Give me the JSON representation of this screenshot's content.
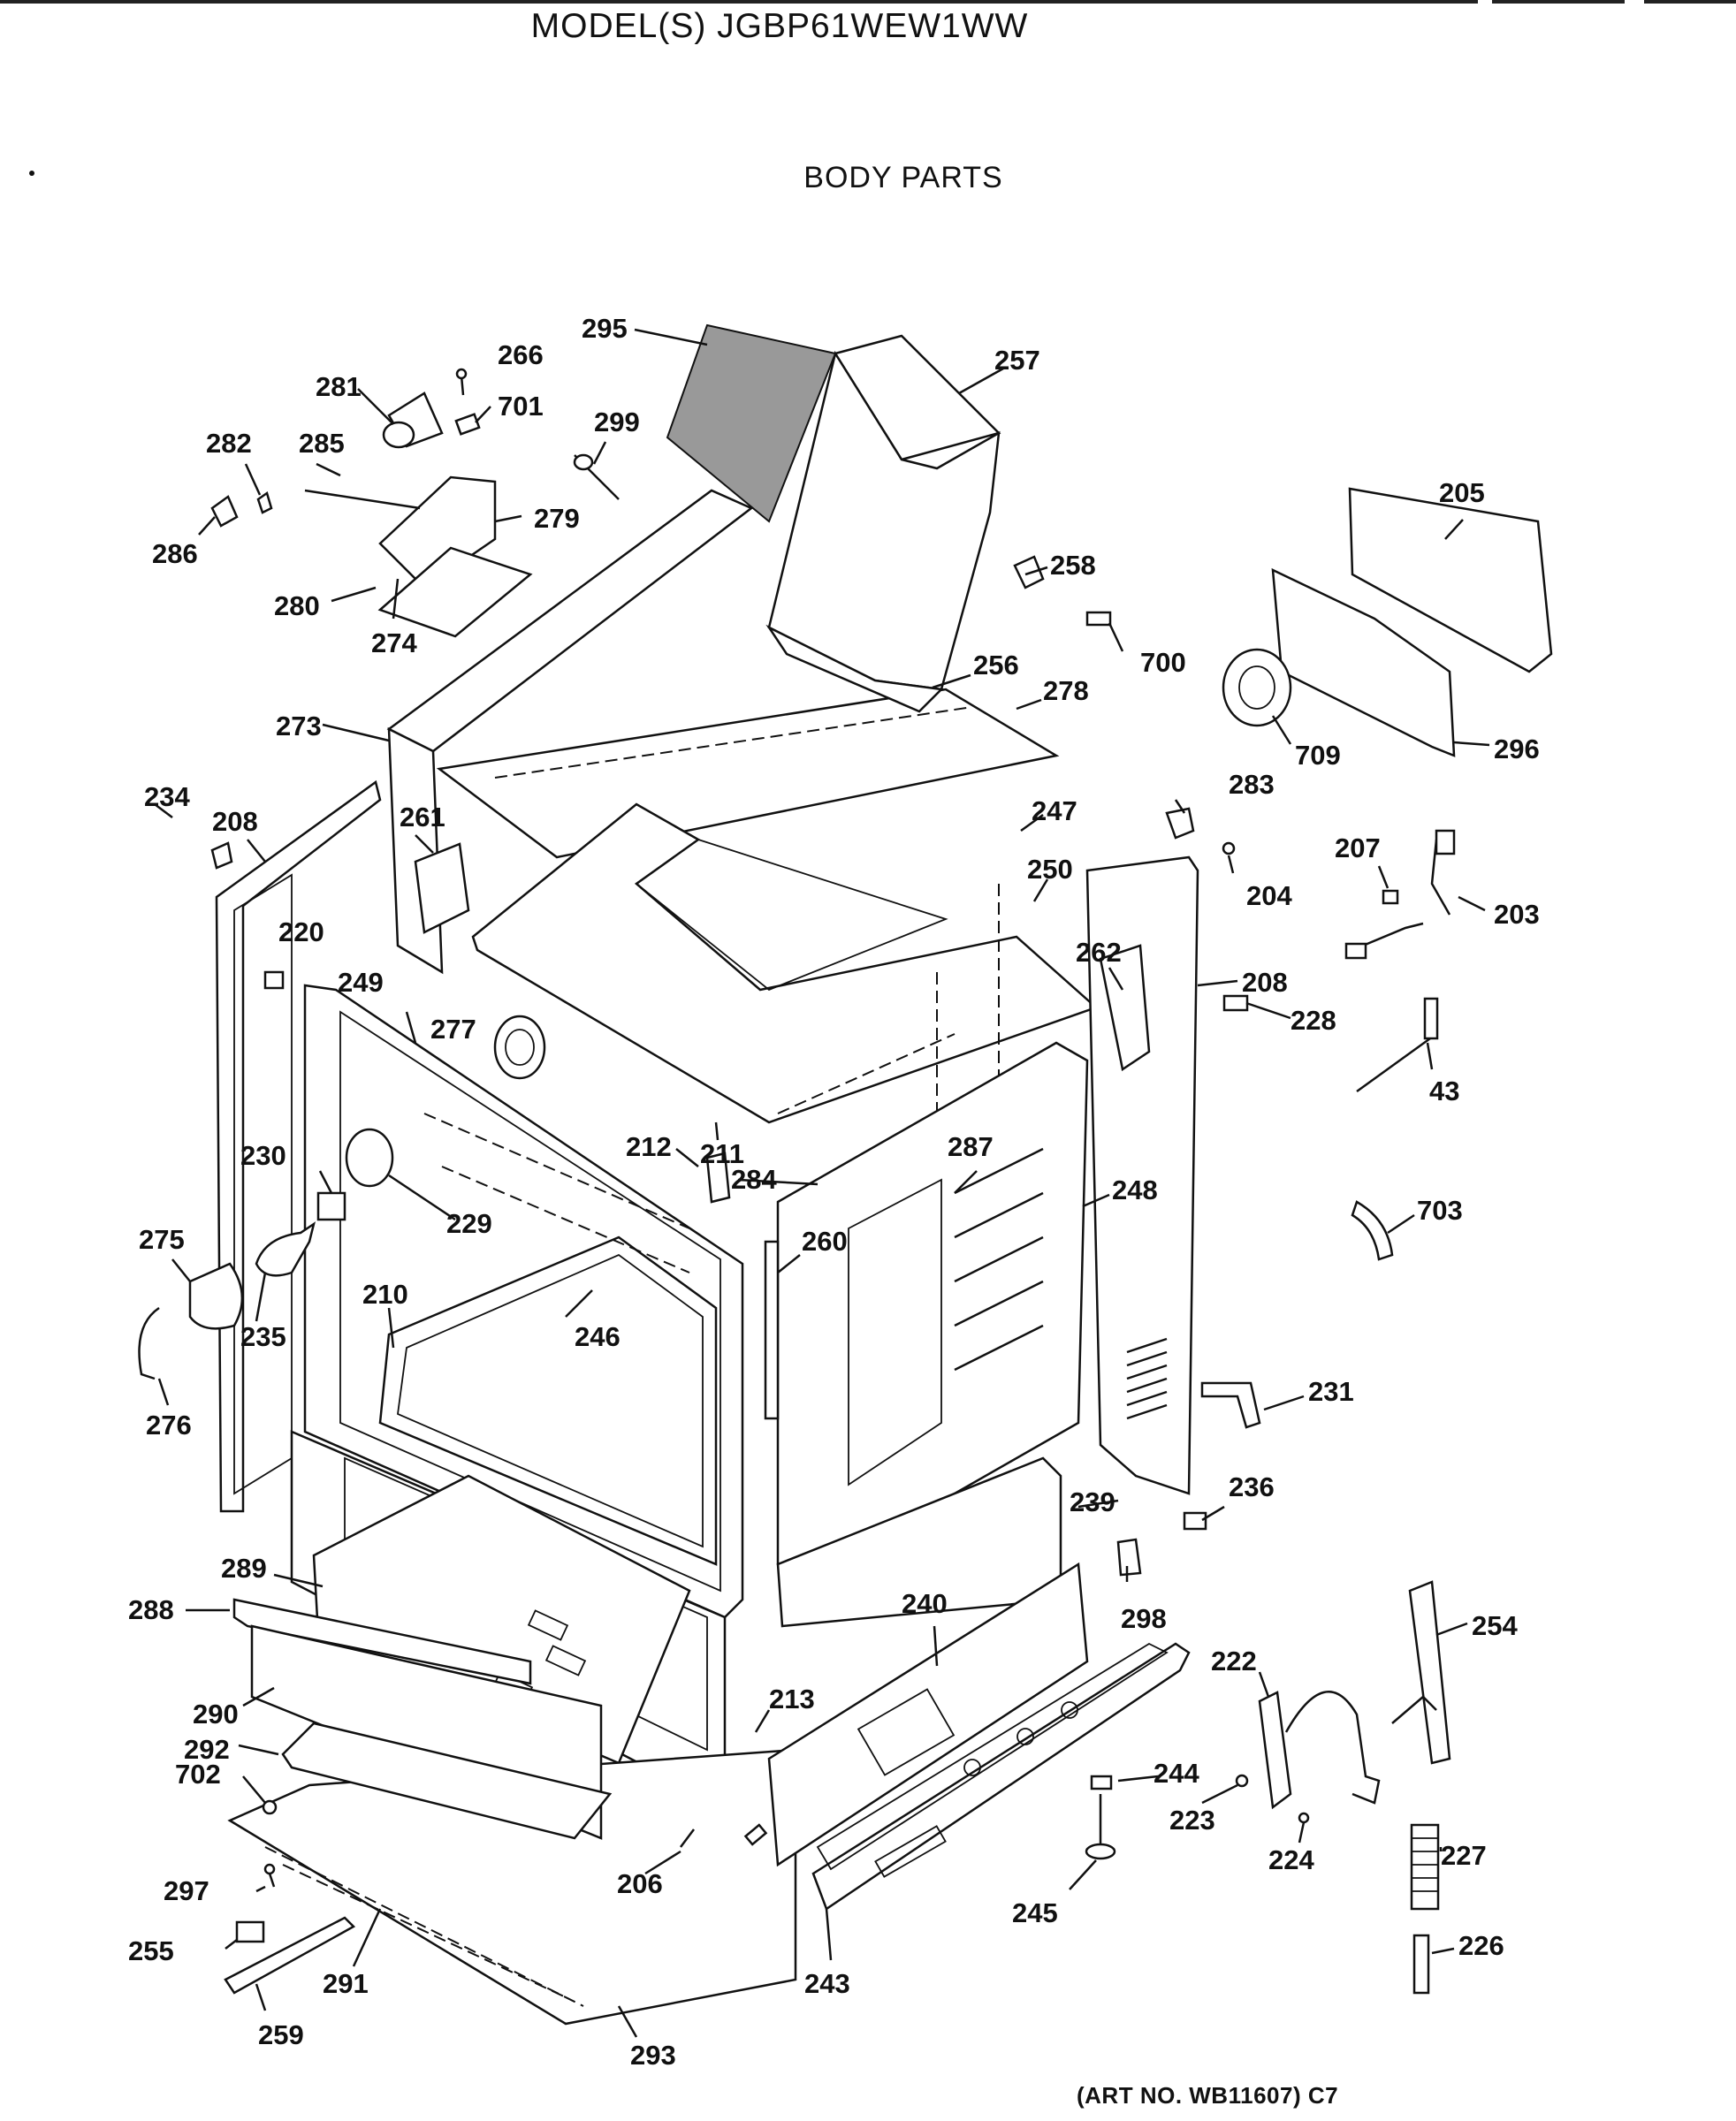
{
  "header": {
    "model_title": "MODEL(S) JGBP61WEW1WW",
    "section_title": "BODY PARTS"
  },
  "footer": {
    "art_number": "(ART NO. WB11607) C7"
  },
  "callouts": [
    {
      "id": "295"
    },
    {
      "id": "266"
    },
    {
      "id": "257"
    },
    {
      "id": "281"
    },
    {
      "id": "701"
    },
    {
      "id": "282"
    },
    {
      "id": "285"
    },
    {
      "id": "299"
    },
    {
      "id": "279"
    },
    {
      "id": "286"
    },
    {
      "id": "280"
    },
    {
      "id": "274"
    },
    {
      "id": "205"
    },
    {
      "id": "258"
    },
    {
      "id": "700"
    },
    {
      "id": "256"
    },
    {
      "id": "278"
    },
    {
      "id": "273"
    },
    {
      "id": "709"
    },
    {
      "id": "296"
    },
    {
      "id": "234"
    },
    {
      "id": "208"
    },
    {
      "id": "261"
    },
    {
      "id": "247"
    },
    {
      "id": "283"
    },
    {
      "id": "250"
    },
    {
      "id": "207"
    },
    {
      "id": "204"
    },
    {
      "id": "203"
    },
    {
      "id": "220"
    },
    {
      "id": "262"
    },
    {
      "id": "249"
    },
    {
      "id": "208"
    },
    {
      "id": "228"
    },
    {
      "id": "277"
    },
    {
      "id": "43"
    },
    {
      "id": "287"
    },
    {
      "id": "212"
    },
    {
      "id": "211"
    },
    {
      "id": "230"
    },
    {
      "id": "284"
    },
    {
      "id": "248"
    },
    {
      "id": "229"
    },
    {
      "id": "703"
    },
    {
      "id": "275"
    },
    {
      "id": "260"
    },
    {
      "id": "210"
    },
    {
      "id": "235"
    },
    {
      "id": "246"
    },
    {
      "id": "276"
    },
    {
      "id": "231"
    },
    {
      "id": "236"
    },
    {
      "id": "239"
    },
    {
      "id": "289"
    },
    {
      "id": "288"
    },
    {
      "id": "240"
    },
    {
      "id": "298"
    },
    {
      "id": "254"
    },
    {
      "id": "222"
    },
    {
      "id": "290"
    },
    {
      "id": "213"
    },
    {
      "id": "292"
    },
    {
      "id": "702"
    },
    {
      "id": "244"
    },
    {
      "id": "223"
    },
    {
      "id": "227"
    },
    {
      "id": "297"
    },
    {
      "id": "206"
    },
    {
      "id": "224"
    },
    {
      "id": "245"
    },
    {
      "id": "255"
    },
    {
      "id": "291"
    },
    {
      "id": "243"
    },
    {
      "id": "226"
    },
    {
      "id": "259"
    },
    {
      "id": "293"
    }
  ]
}
